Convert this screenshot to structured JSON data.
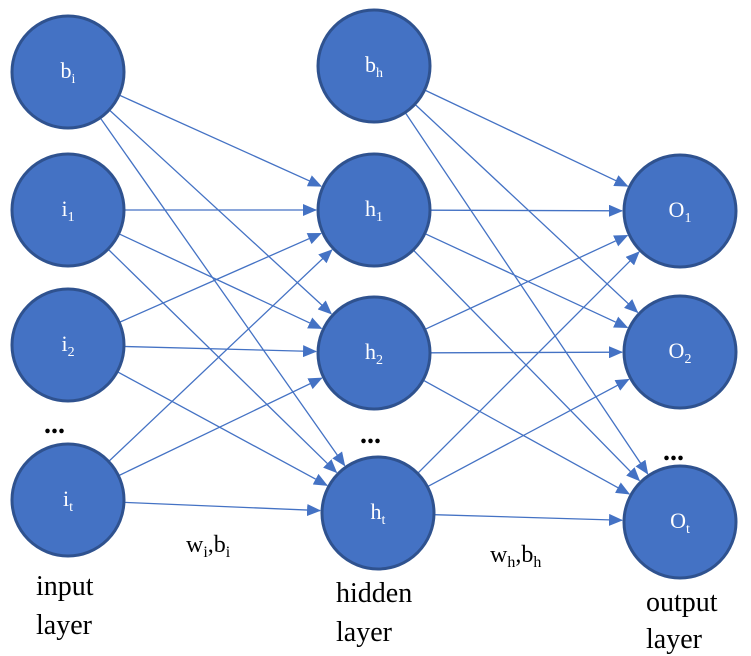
{
  "diagram": {
    "node_color": "#4472c4",
    "node_stroke": "#2f528f",
    "edge_color": "#4472c4",
    "layers": [
      {
        "id": "input",
        "caption_line1": "input",
        "caption_line2": "layer",
        "nodes": [
          {
            "id": "bi",
            "base": "b",
            "sub": "i"
          },
          {
            "id": "i1",
            "base": "i",
            "sub": "1"
          },
          {
            "id": "i2",
            "base": "i",
            "sub": "2"
          },
          {
            "id": "it",
            "base": "i",
            "sub": "t"
          }
        ],
        "ellipsis": "..."
      },
      {
        "id": "hidden",
        "caption_line1": "hidden",
        "caption_line2": "layer",
        "nodes": [
          {
            "id": "bh",
            "base": "b",
            "sub": "h"
          },
          {
            "id": "h1",
            "base": "h",
            "sub": "1"
          },
          {
            "id": "h2",
            "base": "h",
            "sub": "2"
          },
          {
            "id": "ht",
            "base": "h",
            "sub": "t"
          }
        ],
        "ellipsis": "..."
      },
      {
        "id": "output",
        "caption_line1": "output",
        "caption_line2": "layer",
        "nodes": [
          {
            "id": "o1",
            "base": "O",
            "sub": "1"
          },
          {
            "id": "o2",
            "base": "O",
            "sub": "2"
          },
          {
            "id": "ot",
            "base": "O",
            "sub": "t"
          }
        ],
        "ellipsis": "..."
      }
    ],
    "weights": [
      {
        "w": "w",
        "w_sub": "i",
        "sep": ",",
        "b": "b",
        "b_sub": "i"
      },
      {
        "w": "w",
        "w_sub": "h",
        "sep": ",",
        "b": "b",
        "b_sub": "h"
      }
    ],
    "edges": [
      [
        "bi",
        "h1"
      ],
      [
        "bi",
        "h2"
      ],
      [
        "bi",
        "ht"
      ],
      [
        "i1",
        "h1"
      ],
      [
        "i1",
        "h2"
      ],
      [
        "i1",
        "ht"
      ],
      [
        "i2",
        "h1"
      ],
      [
        "i2",
        "h2"
      ],
      [
        "i2",
        "ht"
      ],
      [
        "it",
        "h1"
      ],
      [
        "it",
        "h2"
      ],
      [
        "it",
        "ht"
      ],
      [
        "bh",
        "o1"
      ],
      [
        "bh",
        "o2"
      ],
      [
        "bh",
        "ot"
      ],
      [
        "h1",
        "o1"
      ],
      [
        "h1",
        "o2"
      ],
      [
        "h1",
        "ot"
      ],
      [
        "h2",
        "o1"
      ],
      [
        "h2",
        "o2"
      ],
      [
        "h2",
        "ot"
      ],
      [
        "ht",
        "o1"
      ],
      [
        "ht",
        "o2"
      ],
      [
        "ht",
        "ot"
      ]
    ]
  }
}
